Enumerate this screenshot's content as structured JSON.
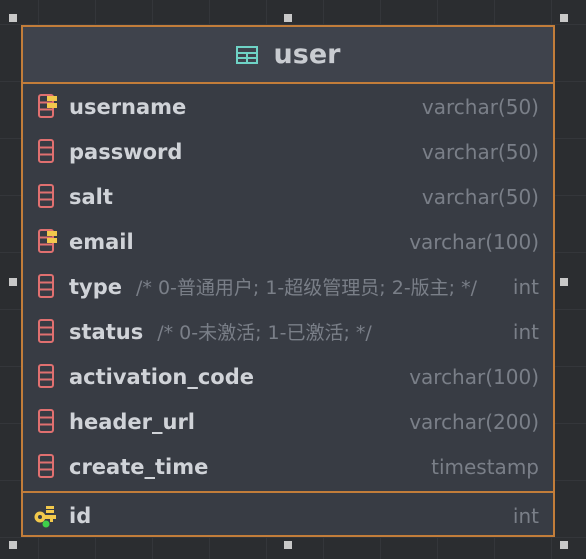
{
  "table": {
    "name": "user",
    "icon": "table-icon",
    "columns": [
      {
        "name": "username",
        "type": "varchar(50)",
        "comment": "",
        "icon": "column-index-icon"
      },
      {
        "name": "password",
        "type": "varchar(50)",
        "comment": "",
        "icon": "column-icon"
      },
      {
        "name": "salt",
        "type": "varchar(50)",
        "comment": "",
        "icon": "column-icon"
      },
      {
        "name": "email",
        "type": "varchar(100)",
        "comment": "",
        "icon": "column-index-icon"
      },
      {
        "name": "type",
        "type": "int",
        "comment": "/* 0-普通用户; 1-超级管理员; 2-版主; */",
        "icon": "column-icon"
      },
      {
        "name": "status",
        "type": "int",
        "comment": "/* 0-未激活; 1-已激活; */",
        "icon": "column-icon"
      },
      {
        "name": "activation_code",
        "type": "varchar(100)",
        "comment": "",
        "icon": "column-icon"
      },
      {
        "name": "header_url",
        "type": "varchar(200)",
        "comment": "",
        "icon": "column-icon"
      },
      {
        "name": "create_time",
        "type": "timestamp",
        "comment": "",
        "icon": "column-icon"
      }
    ],
    "primary_key": {
      "name": "id",
      "type": "int",
      "icon": "primary-key-icon"
    }
  },
  "colors": {
    "border": "#c27d3a",
    "column_icon": "#e07070",
    "key_icon": "#f2c94c",
    "table_icon": "#6fd3c6"
  }
}
